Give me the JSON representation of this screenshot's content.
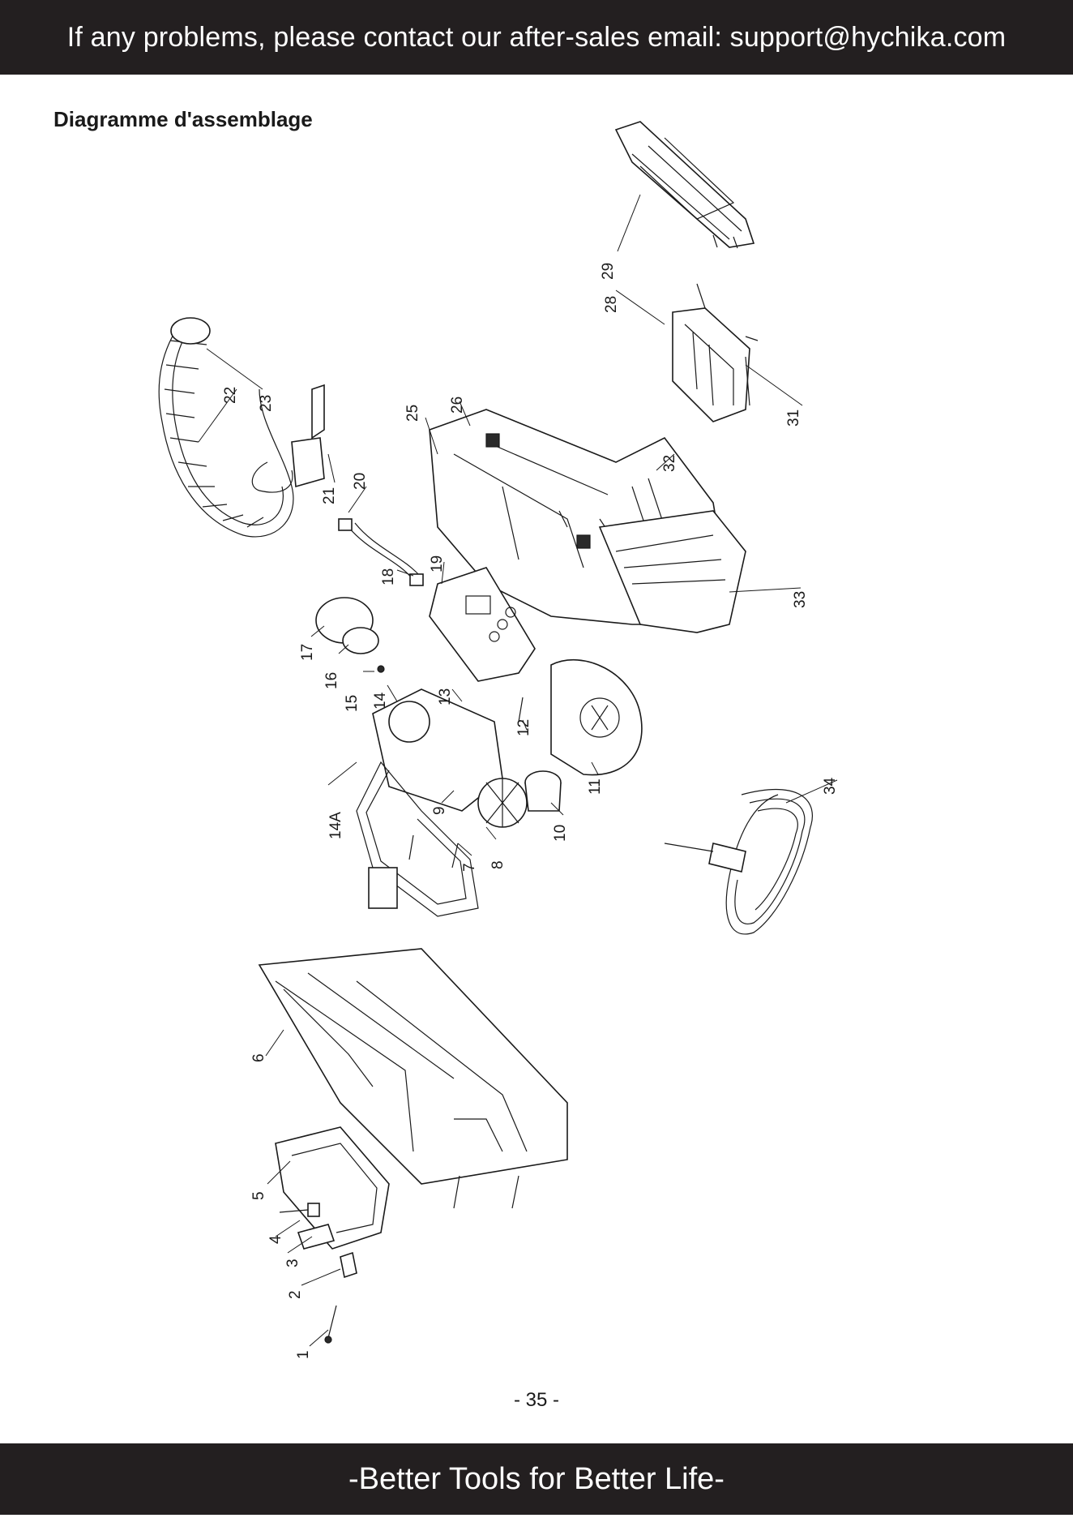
{
  "header": {
    "text": "If any problems, please contact our after-sales email: support@hychika.com"
  },
  "section_title": "Diagramme d'assemblage",
  "callouts": [
    "1",
    "2",
    "3",
    "4",
    "5",
    "6",
    "7",
    "8",
    "9",
    "10",
    "11",
    "12",
    "13",
    "14",
    "14A",
    "15",
    "16",
    "17",
    "18",
    "19",
    "20",
    "21",
    "22",
    "23",
    "25",
    "26",
    "28",
    "29",
    "31",
    "32",
    "33",
    "34"
  ],
  "page_number": "- 35 -",
  "footer": {
    "text": "-Better Tools for Better Life-"
  },
  "colors": {
    "bar": "#231f20",
    "bar_text": "#ffffff",
    "line_art": "#1a1a1a"
  }
}
